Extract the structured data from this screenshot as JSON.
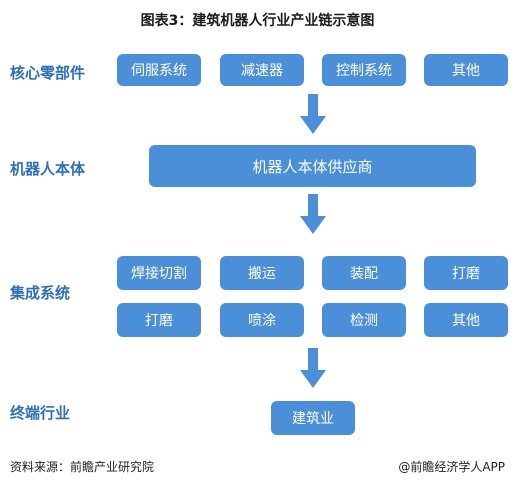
{
  "title": "图表3：建筑机器人行业产业链示意图",
  "rows": {
    "core_parts": {
      "label": "核心零部件",
      "items": [
        "伺服系统",
        "减速器",
        "控制系统",
        "其他"
      ]
    },
    "body": {
      "label": "机器人本体",
      "box": "机器人本体供应商"
    },
    "integration": {
      "label": "集成系统",
      "items": [
        "焊接切割",
        "搬运",
        "装配",
        "打磨",
        "打磨",
        "喷涂",
        "检测",
        "其他"
      ]
    },
    "end_industry": {
      "label": "终端行业",
      "box": "建筑业"
    }
  },
  "footer": {
    "source": "资料来源：前瞻产业研究院",
    "brand": "@前瞻经济学人APP"
  },
  "colors": {
    "box": "#4b8fd8",
    "label": "#2f6fb5",
    "arrow": "#4b8fd8"
  }
}
